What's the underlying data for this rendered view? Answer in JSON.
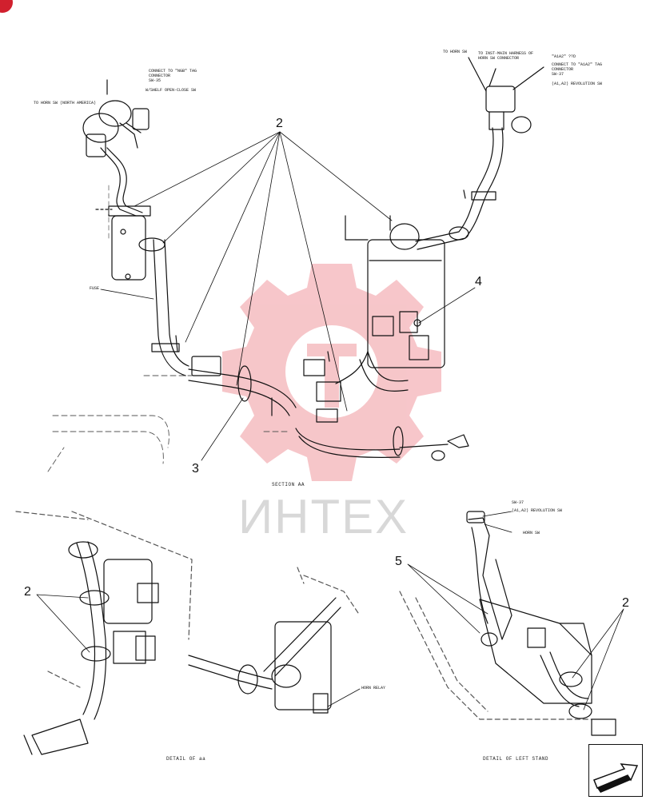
{
  "colors": {
    "ink": "#111111",
    "watermark_gear": "#f4b3b8",
    "watermark_text": "#cfcfcf",
    "accent": "#d1202e"
  },
  "labels": {
    "connect_ngb": "CONNECT TO \"NGB\" TAG\nCONNECTOR\nSW-35",
    "wiper_switch": "W/SHELF OPEN-CLOSE SW",
    "horn_sw_na": "TO HORN SW (NORTH AMERICA)",
    "fuse": "FUSE",
    "to_horn_sw": "TO HORN SW",
    "to_inst_main": "TO INST-MAIN HARNESS OF\nHORN SW CONNECTOR",
    "a1a2_tag": "\"A1A2\" ??D",
    "connect_a1a2": "CONNECT TO \"A1A2\" TAG\nCONNECTOR\nSW-37",
    "a1a2_revolution": "(A1,A2) REVOLUTION SW",
    "sw37": "SW-37",
    "a1a2_revolution_2": "(A1,A2) REVOLUTION SW",
    "horn_sw": "HORN SW",
    "horn_relay": "HORN RELAY"
  },
  "callouts": {
    "c2_main": "2",
    "c4": "4",
    "c3": "3",
    "c2_left": "2",
    "c5": "5",
    "c2_right": "2"
  },
  "captions": {
    "section": "SECTION AA",
    "detail_aa": "DETAIL OF aa",
    "detail_stand": "DETAIL OF LEFT STAND"
  },
  "watermark": {
    "text": "ИНТЕХ"
  },
  "nav": {
    "icon": "next-page-arrow-icon"
  }
}
